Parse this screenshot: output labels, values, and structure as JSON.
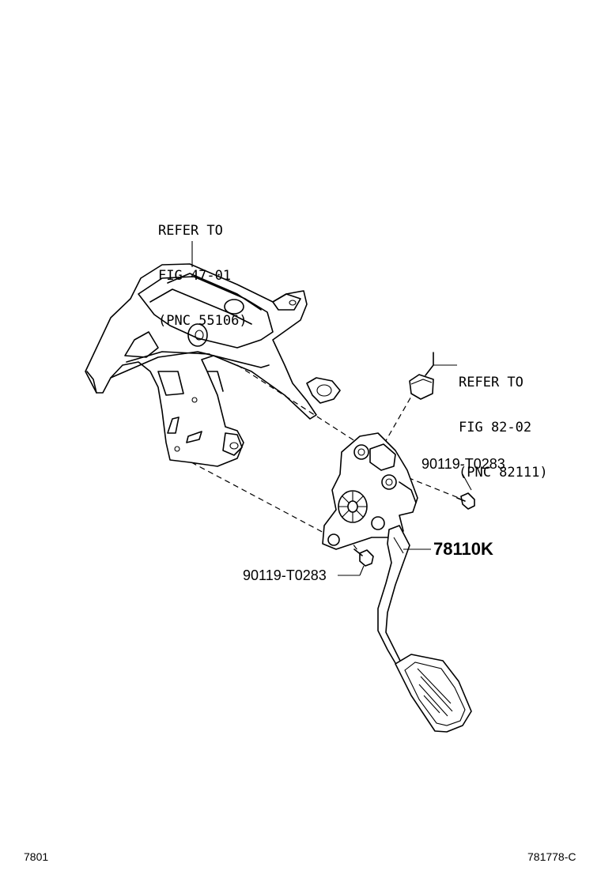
{
  "callouts": {
    "bracket_ref": {
      "line1": "REFER TO",
      "line2": "FIG 47-01",
      "line3": "(PNC 55106)"
    },
    "connector_ref": {
      "line1": "REFER TO",
      "line2": "FIG 82-02",
      "line3": "(PNC 82111)"
    },
    "bolt_upper": "90119-T0283",
    "bolt_lower": "90119-T0283",
    "pedal_assembly": "78110K"
  },
  "footer": {
    "left_code": "7801",
    "right_code": "781778-C"
  }
}
